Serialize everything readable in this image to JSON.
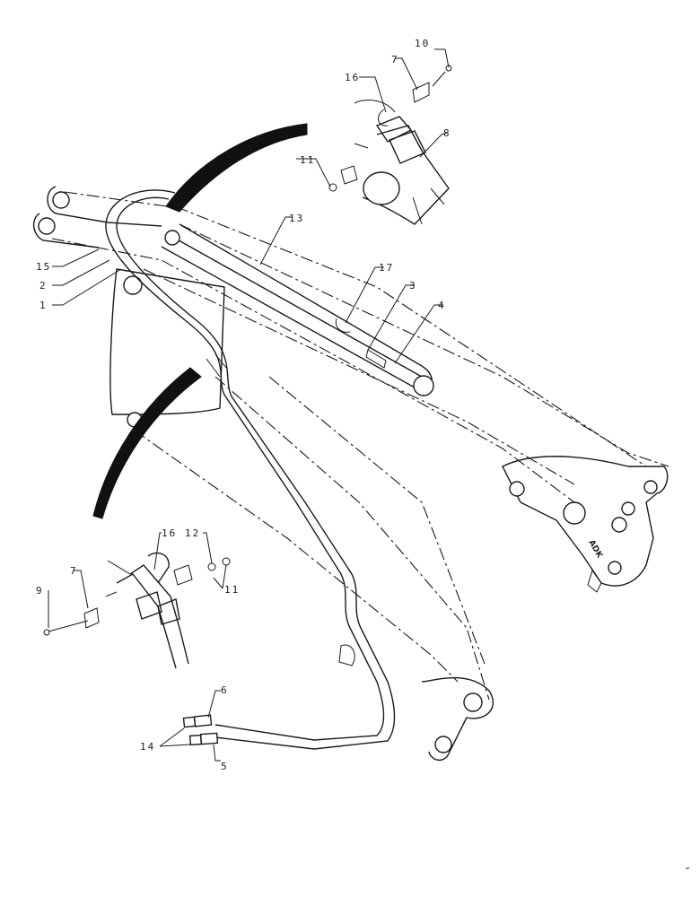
{
  "diagram": {
    "part_callouts": [
      "1",
      "2",
      "3",
      "4",
      "5",
      "6",
      "7",
      "8",
      "9",
      "10",
      "11",
      "12",
      "13",
      "14",
      "15",
      "16",
      "17"
    ],
    "detail_top": {
      "callouts": [
        "10",
        "7",
        "16",
        "8",
        "11"
      ]
    },
    "detail_bottom": {
      "callouts": [
        "16",
        "12",
        "7",
        "9",
        "11"
      ]
    },
    "main_view": {
      "callouts": [
        "13",
        "15",
        "2",
        "1",
        "17",
        "3",
        "4",
        "6",
        "14",
        "5"
      ]
    },
    "stamp_text": "ADK"
  }
}
